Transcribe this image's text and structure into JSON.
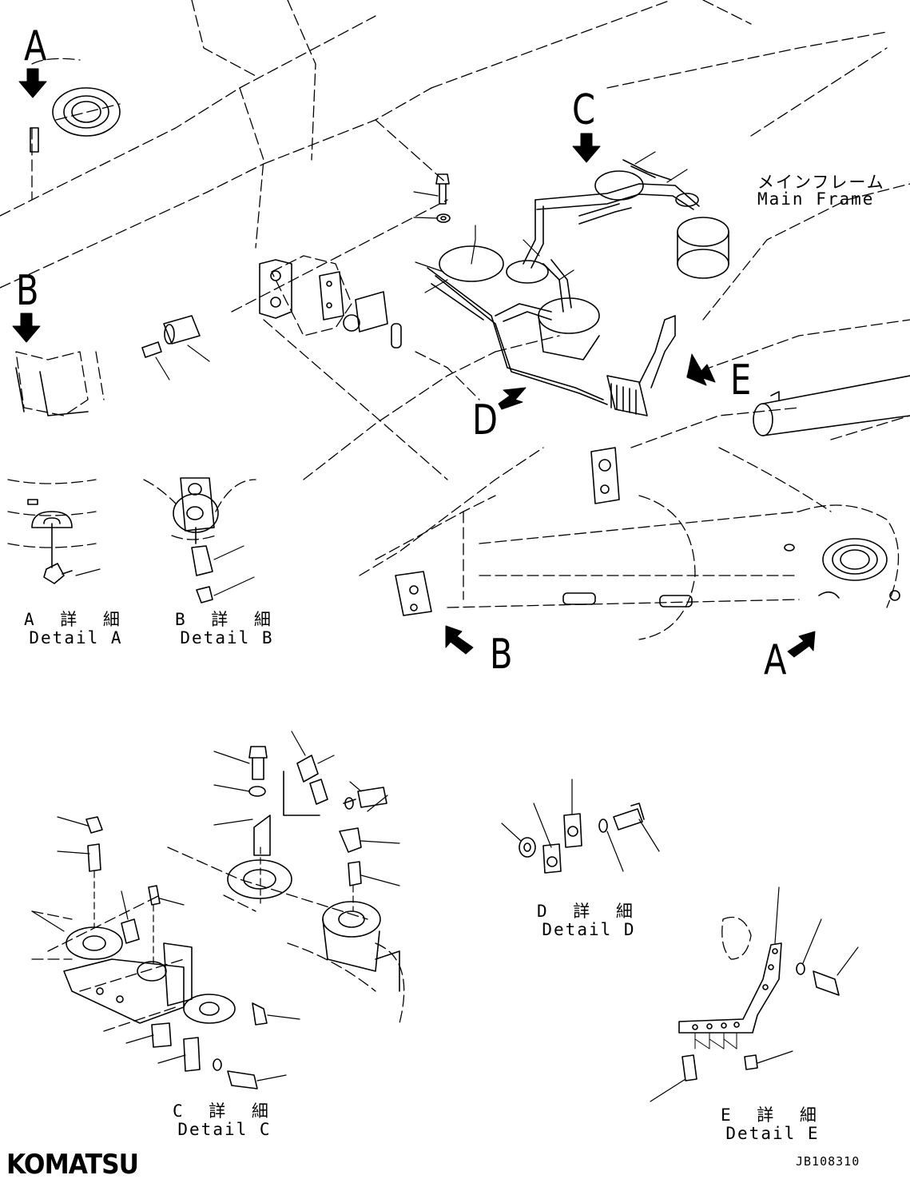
{
  "arrow_labels": {
    "top_a": "A",
    "top_b": "B",
    "top_c": "C",
    "side_d": "D",
    "side_e": "E",
    "bottom_b": "B",
    "bottom_a": "A"
  },
  "main_frame": {
    "jp": "メインフレーム",
    "en": "Main Frame"
  },
  "details": {
    "a": {
      "jp": "A 詳 細",
      "en": "Detail A"
    },
    "b": {
      "jp": "B 詳 細",
      "en": "Detail B"
    },
    "c": {
      "jp": "C 詳 細",
      "en": "Detail C"
    },
    "d": {
      "jp": "D 詳 細",
      "en": "Detail D"
    },
    "e": {
      "jp": "E 詳 細",
      "en": "Detail E"
    }
  },
  "brand": "KOMATSU",
  "drawing_code": "JB108310",
  "colors": {
    "line": "#000000",
    "background": "#ffffff"
  }
}
